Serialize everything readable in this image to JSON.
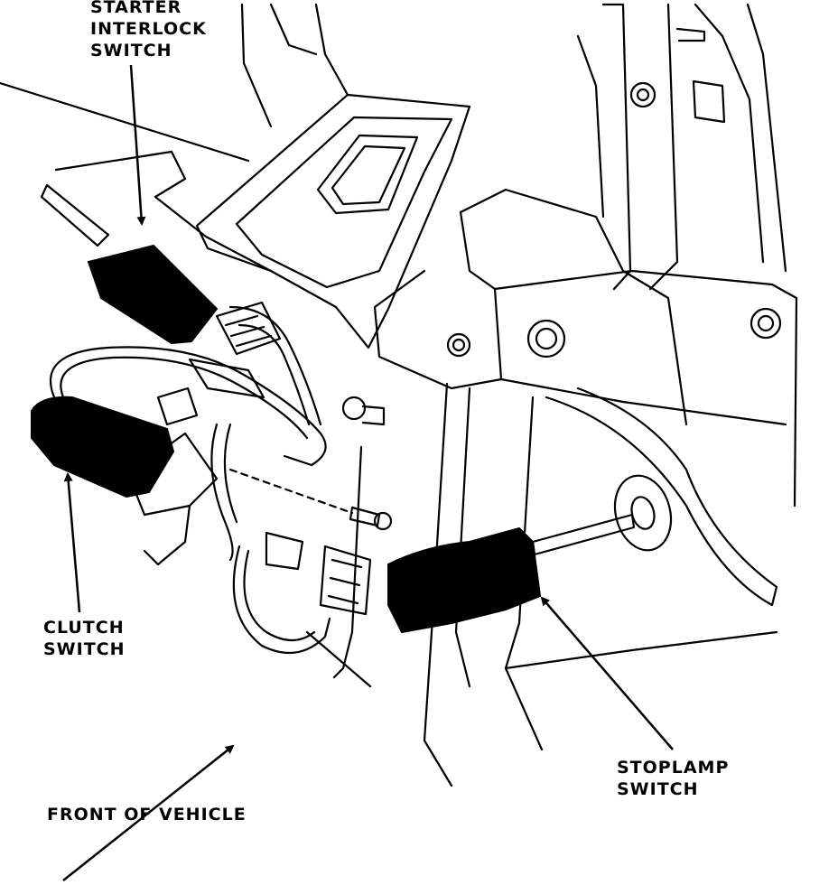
{
  "labels": {
    "starter_interlock": [
      "STARTER",
      "INTERLOCK",
      "SWITCH"
    ],
    "clutch": [
      "CLUTCH",
      "SWITCH"
    ],
    "stoplamp": [
      "STOPLAMP",
      "SWITCH"
    ],
    "front": "FRONT OF VEHICLE"
  },
  "colors": {
    "ink": "#000000",
    "paper": "#ffffff"
  }
}
